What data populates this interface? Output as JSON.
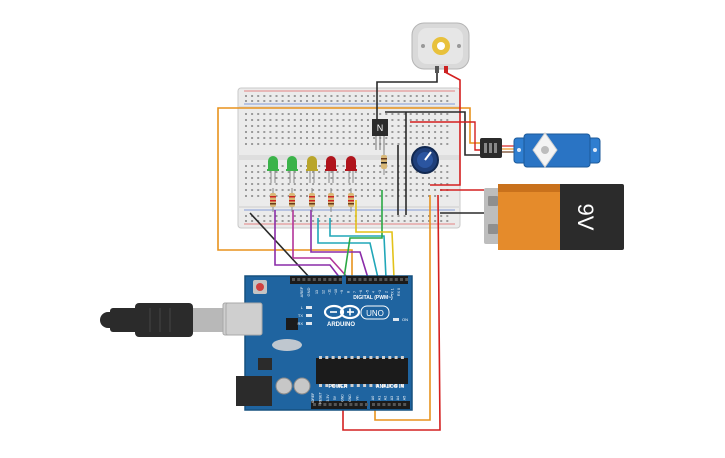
{
  "board": {
    "brand": "ARDUINO",
    "model": "UNO",
    "digital_label": "DIGITAL (PWM~)",
    "power_label": "POWER",
    "analog_label": "ANALOG IN",
    "aref_label": "AREF",
    "gnd_label": "GND",
    "on_label": "ON",
    "tx_label": "TX",
    "rx_label": "RX",
    "l_label": "L",
    "digital_pins": [
      "13",
      "12",
      "~11",
      "~10",
      "~9",
      "8",
      "7",
      "~6",
      "~5",
      "4",
      "~3",
      "2",
      "TX 1",
      "RX 0"
    ],
    "power_pins": [
      "IOREF",
      "RESET",
      "3.3V",
      "5V",
      "GND",
      "GND",
      "Vin"
    ],
    "analog_pins": [
      "A0",
      "A1",
      "A2",
      "A3",
      "A4",
      "A5"
    ]
  },
  "battery": {
    "label": "9V"
  },
  "transistor": {
    "label": "N"
  },
  "led_colors": [
    "green",
    "green",
    "yellow",
    "red",
    "red"
  ],
  "colors": {
    "board": "#1f64a0",
    "board_dark": "#16507f",
    "breadboard": "#e9e9e9",
    "wire_red": "#d42020",
    "wire_orange": "#e8921d",
    "wire_black": "#2a2a2a",
    "wire_purple": "#8a2ca8",
    "wire_magenta": "#b3349a",
    "wire_teal": "#21a7b8",
    "wire_green": "#2aa845",
    "wire_yellow": "#e3c21a",
    "led_green": "#3bb34a",
    "led_yellow": "#b9a52a",
    "led_red": "#b0141c",
    "battery_orange": "#e58b2b",
    "battery_black": "#2b2b2b"
  },
  "icons": {
    "motor": "dc-motor-icon",
    "servo": "servo-icon",
    "potentiometer": "potentiometer-icon",
    "usb": "usb-cable-icon",
    "battery": "battery-icon"
  }
}
